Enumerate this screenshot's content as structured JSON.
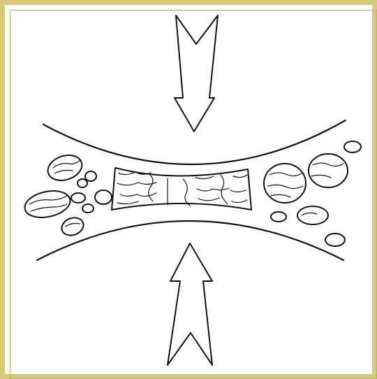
{
  "diagram": {
    "frame_color": "#d8c87a",
    "line_color": "#111111",
    "background": "#ffffff",
    "elements": [
      "downward-compression-arrow",
      "upward-compression-arrow",
      "upper-curved-boundary",
      "lower-curved-boundary",
      "compressed-particle-band"
    ]
  }
}
